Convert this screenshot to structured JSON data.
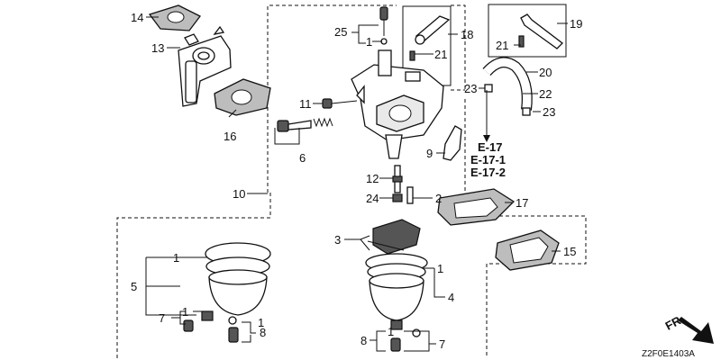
{
  "callouts": {
    "c1a": "1",
    "c1b": "1",
    "c1c": "1",
    "c1d": "1",
    "c1e": "1",
    "c1f": "1",
    "c2": "2",
    "c3": "3",
    "c4": "4",
    "c5": "5",
    "c6": "6",
    "c7a": "7",
    "c7b": "7",
    "c8a": "8",
    "c8b": "8",
    "c9": "9",
    "c10": "10",
    "c11": "11",
    "c12": "12",
    "c13": "13",
    "c14": "14",
    "c15": "15",
    "c16": "16",
    "c17": "17",
    "c18": "18",
    "c19": "19",
    "c20": "20",
    "c21a": "21",
    "c21b": "21",
    "c22": "22",
    "c23a": "23",
    "c23b": "23",
    "c24": "24",
    "c25": "25"
  },
  "references": [
    "E-17",
    "E-17-1",
    "E-17-2"
  ],
  "direction_marker": "FR.",
  "diagram_code": "Z2F0E1403A"
}
